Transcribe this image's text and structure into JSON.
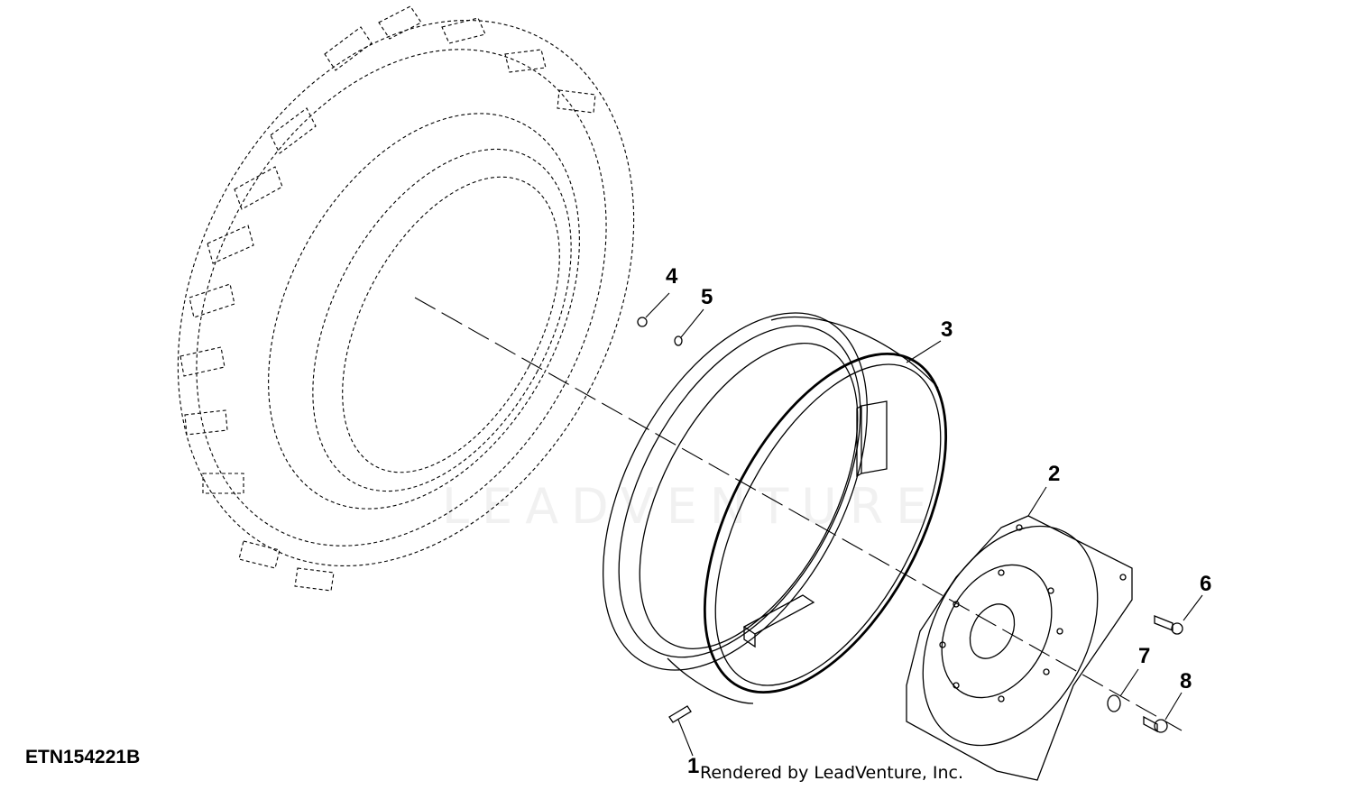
{
  "diagram": {
    "part_code": "ETN154221B",
    "rendered_by": "Rendered by LeadVenture, Inc.",
    "watermark": "LEADVENTURE",
    "callouts": [
      "1",
      "2",
      "3",
      "4",
      "5",
      "6",
      "7",
      "8"
    ]
  }
}
